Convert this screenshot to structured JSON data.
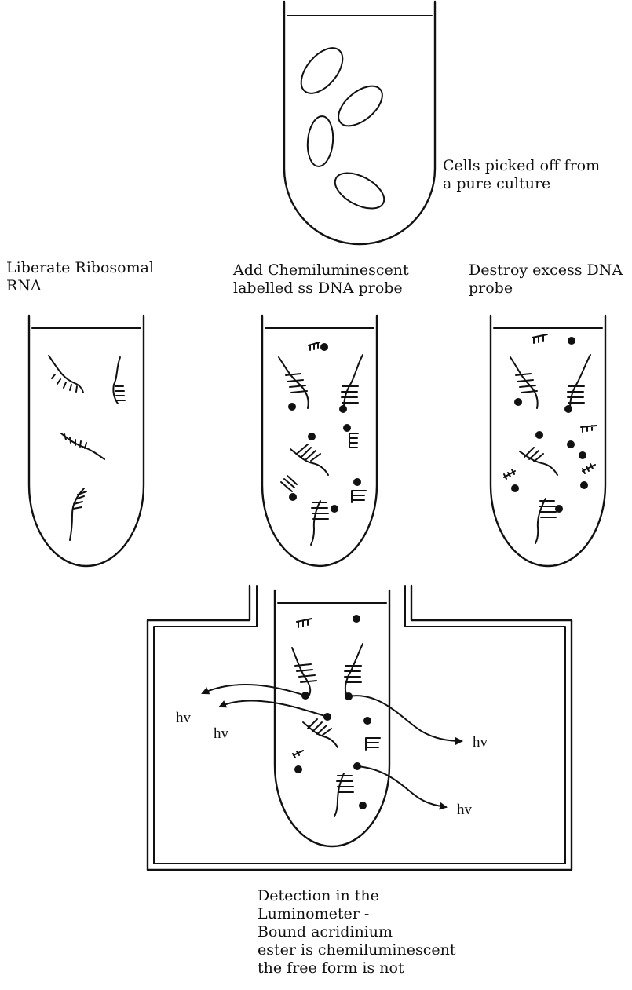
{
  "labels": {
    "cells_line1": "Cells picked off from",
    "cells_line2": "a pure culture",
    "liberate_line1": "Liberate Ribosomal",
    "liberate_line2": "RNA",
    "add_line1": "Add Chemiluminescent",
    "add_line2": "labelled ss DNA probe",
    "destroy_line1": "Destroy excess DNA",
    "destroy_line2": "probe",
    "detect_line1": "Detection in the",
    "detect_line2": "Luminometer -",
    "detect_line3": "Bound acridinium",
    "detect_line4": "ester is chemiluminescent",
    "detect_line5": "the free form is not"
  },
  "emission_symbol": "hv",
  "colors": {
    "ink": "#111111",
    "background": "#ffffff"
  }
}
